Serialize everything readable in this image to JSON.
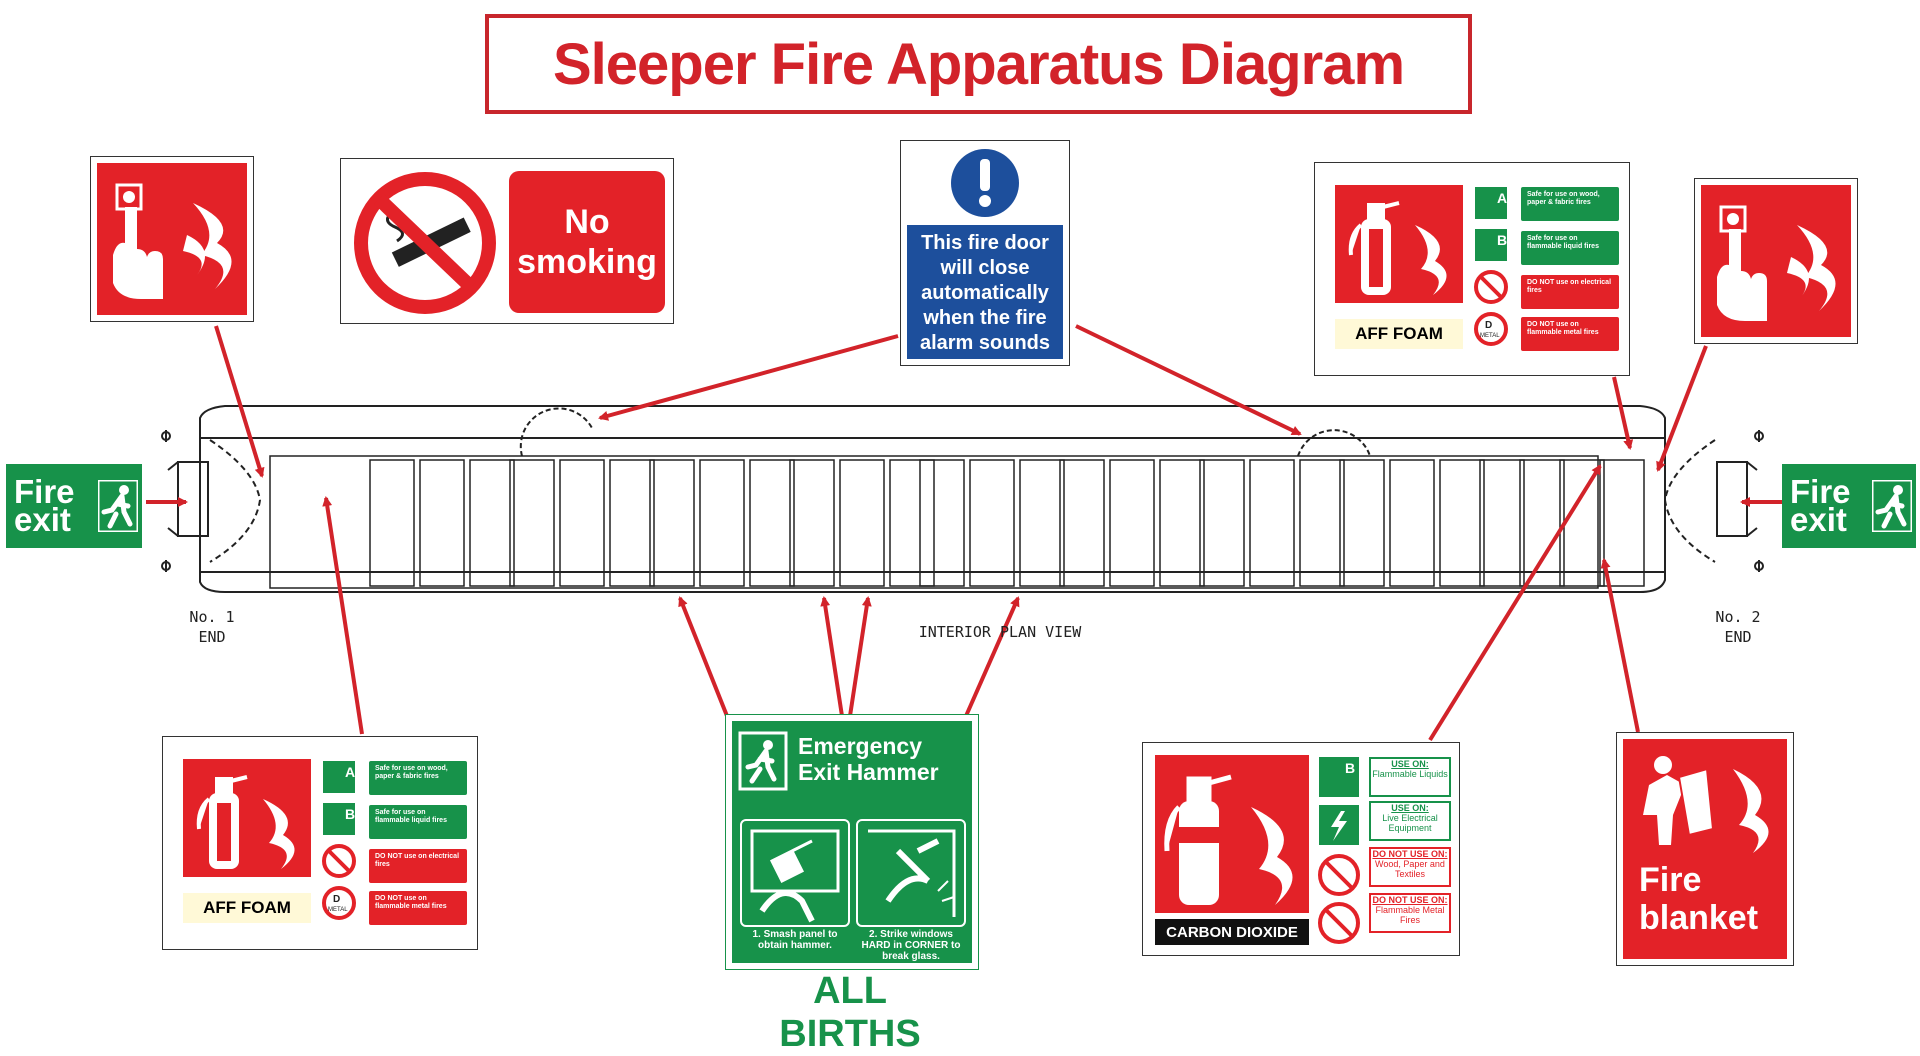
{
  "title": "Sleeper Fire Apparatus Diagram",
  "fire_exit_left": "Fire exit",
  "fire_exit_right": "Fire exit",
  "no_smoking": "No smoking",
  "fire_door_notice": "This fire door will close automatically when the fire alarm sounds",
  "extinguisher_top_right": {
    "type_label": "AFF FOAM",
    "rows": [
      "Safe for use on wood, paper & fabric fires",
      "Safe for use on flammable liquid fires",
      "DO NOT use on electrical fires",
      "DO NOT use on flammable metal fires"
    ],
    "class_letters": [
      "A",
      "B",
      "D"
    ],
    "metal_label": "METAL"
  },
  "extinguisher_bottom_left": {
    "type_label": "AFF FOAM",
    "rows": [
      "Safe for use on wood, paper & fabric fires",
      "Safe for use on flammable liquid fires",
      "DO NOT use on electrical fires",
      "DO NOT use on flammable metal fires"
    ],
    "class_letters": [
      "A",
      "B",
      "D"
    ],
    "metal_label": "METAL"
  },
  "co2_extinguisher": {
    "type_label": "CARBON DIOXIDE",
    "rows": [
      {
        "head": "USE ON:",
        "body": "Flammable Liquids"
      },
      {
        "head": "USE ON:",
        "body": "Live Electrical Equipment"
      },
      {
        "head": "DO NOT USE ON:",
        "body": "Wood, Paper and Textiles"
      },
      {
        "head": "DO NOT USE ON:",
        "body": "Flammable Metal Fires"
      }
    ],
    "class_letter": "B"
  },
  "hammer": {
    "title": "Emergency Exit Hammer",
    "step1": "1. Smash panel to obtain hammer.",
    "step2": "2. Strike windows HARD in CORNER to break glass."
  },
  "fire_blanket": "Fire blanket",
  "all_births": "ALL BIRTHS",
  "end1": "No. 1 END",
  "end2": "No. 2 END",
  "interior_plan_view": "INTERIOR PLAN VIEW",
  "colors": {
    "red": "#e32228",
    "green": "#17924a",
    "blue": "#1d4f9c",
    "arrow": "#d2232a"
  }
}
